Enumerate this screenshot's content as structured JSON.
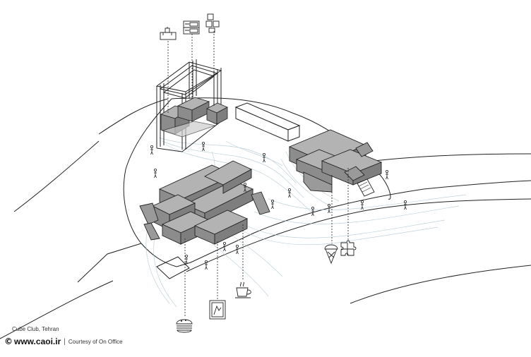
{
  "caption": {
    "title": "Cube Club, Tehran",
    "copyright_symbol": "©",
    "website": "www.caoi.ir",
    "separator": "|",
    "courtesy": "Courtesy of On Office"
  },
  "icons": [
    "reception-desk-icon",
    "bunk-bed-icon",
    "stacked-cubes-icon",
    "ice-cream-icon",
    "puzzle-icon",
    "coffee-cup-icon",
    "framed-art-icon",
    "burger-icon"
  ],
  "colors": {
    "building_fill": "#9a9a9a",
    "building_top": "#b3b3b3",
    "building_side": "#7e7e7e",
    "flow_lines": "#b9cdd6",
    "outline": "#111111"
  }
}
